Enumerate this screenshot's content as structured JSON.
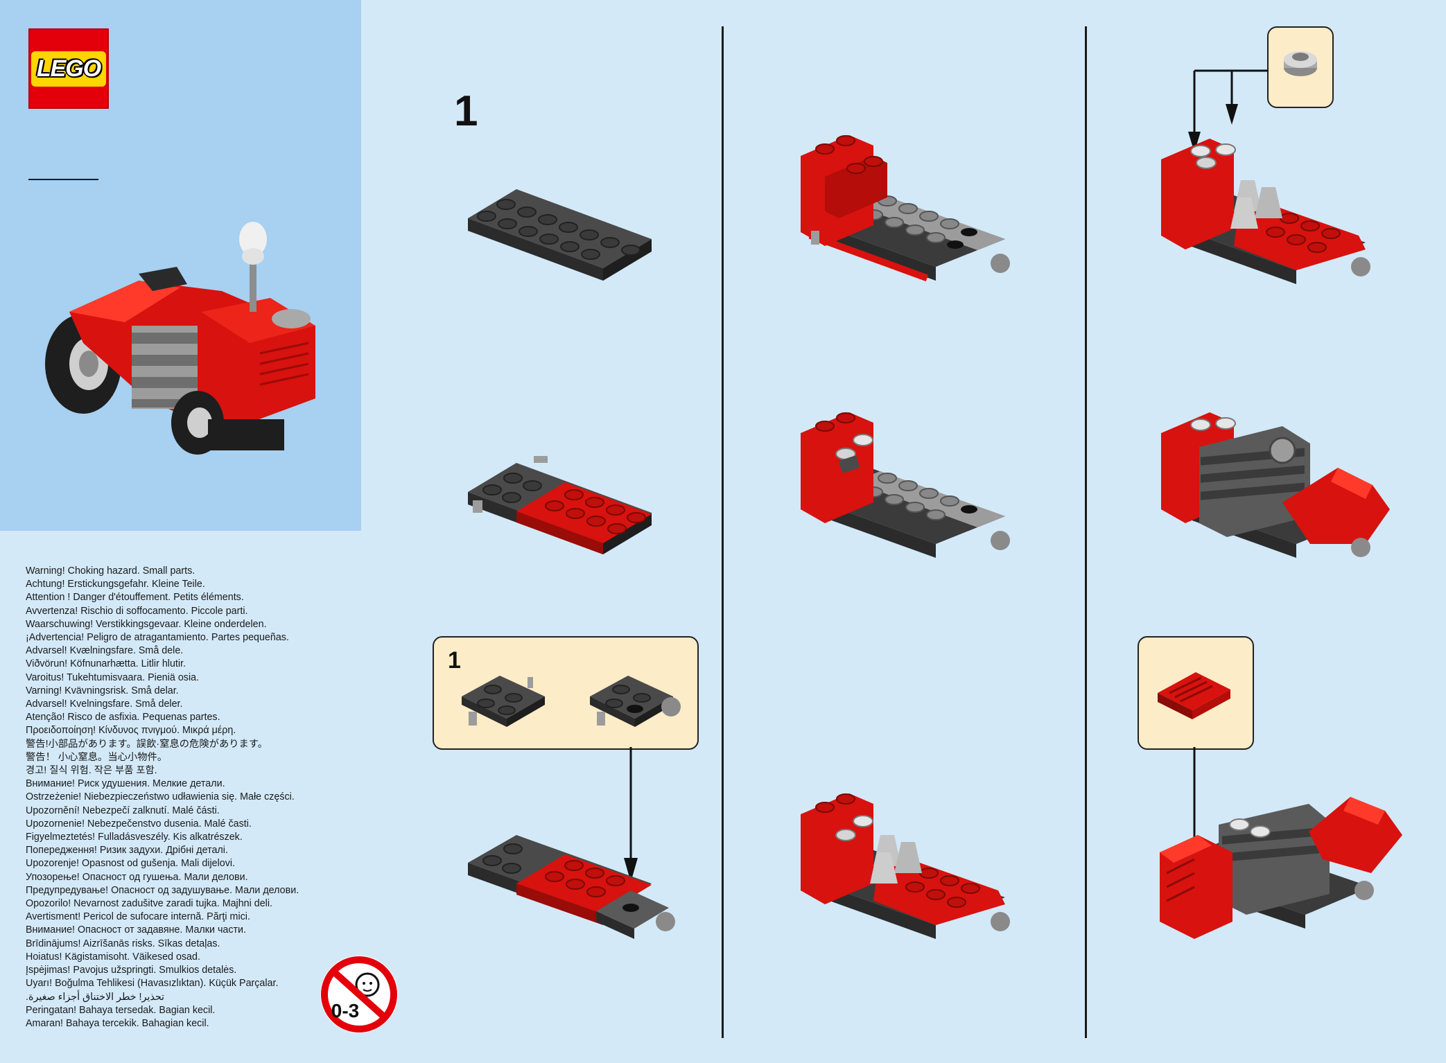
{
  "brand": {
    "logo_text": "LEGO"
  },
  "colors": {
    "page_bg": "#d3e9f8",
    "cover_panel": "#a7d0f1",
    "callout_bg": "#fdecc8",
    "brick_red": "#d8120e",
    "brick_dark": "#3b3b3b",
    "brick_light": "#9c9c9c"
  },
  "instructions": {
    "step_number": "1",
    "subassembly_step_number": "1"
  },
  "age_warning": {
    "label": "0-3"
  },
  "warnings": [
    "Warning! Choking hazard. Small parts.",
    "Achtung! Erstickungsgefahr. Kleine Teile.",
    "Attention ! Danger d'étouffement. Petits éléments.",
    "Avvertenza! Rischio di soffocamento. Piccole parti.",
    "Waarschuwing! Verstikkingsgevaar. Kleine onderdelen.",
    "¡Advertencia! Peligro de atragantamiento. Partes pequeñas.",
    "Advarsel! Kvælningsfare. Små dele.",
    "Viðvörun! Köfnunarhætta. Litlir hlutir.",
    "Varoitus! Tukehtumisvaara. Pieniä osia.",
    "Varning! Kvävningsrisk. Små delar.",
    "Advarsel! Kvelningsfare. Små deler.",
    "Atenção! Risco de asfixia. Pequenas partes.",
    "Προειδοποίηση! Κίνδυνος πνιγμού. Μικρά μέρη.",
    "警告!小部品があります。誤飲·窒息の危険があります。",
    "警告！ 小心窒息。当心小物件。",
    "경고! 질식 위험. 작은 부품 포함.",
    "Внимание! Риск удушения. Мелкие детали.",
    "Ostrzeżenie! Niebezpieczeństwo udławienia się. Małe części.",
    "Upozornění! Nebezpečí zalknutí. Malé části.",
    "Upozornenie! Nebezpečenstvo dusenia. Malé časti.",
    "Figyelmeztetés! Fulladásveszély. Kis alkatrészek.",
    "Попередження! Ризик задухи. Дрібні деталі.",
    "Upozorenje! Opasnost od gušenja. Mali dijelovi.",
    "Упозорење! Опасност од гушења. Мали делови.",
    "Предупредување! Опасност од задушување. Мали делови.",
    "Opozorilo! Nevarnost zadušitve zaradi tujka. Majhni deli.",
    "Avertisment! Pericol de sufocare internă. Părţi mici.",
    "Внимание! Опасност от задавяне. Малки части.",
    "Brīdinājums! Aizrīšanās risks. Sīkas detaļas.",
    "Hoiatus! Kägistamisoht. Väikesed osad.",
    "Įspėjimas! Pavojus užspringti. Smulkios detalės.",
    "Uyarı! Boğulma Tehlikesi (Havasızlıktan). Küçük Parçalar.",
    "تحذير! خطر الاختناق أجزاء صغيرة.",
    "Peringatan! Bahaya tersedak. Bagian kecil.",
    "Amaran! Bahaya tercekik. Bahagian kecil."
  ]
}
